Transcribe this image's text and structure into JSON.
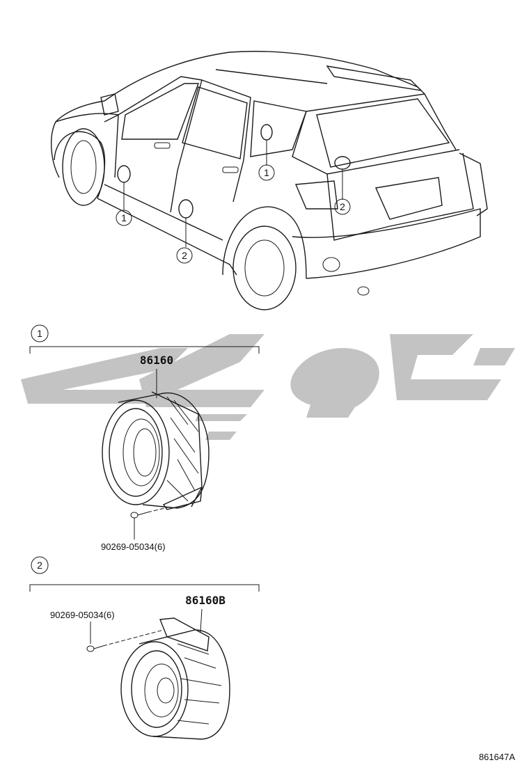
{
  "callout_1": "1",
  "callout_2": "2",
  "section_1": {
    "marker": "1",
    "part_number": "86160",
    "screw": "90269-05034(6)"
  },
  "section_2": {
    "marker": "2",
    "part_number": "86160B",
    "screw": "90269-05034(6)"
  },
  "watermark_color": "#bdbdbd",
  "illustration_code": "861647A"
}
